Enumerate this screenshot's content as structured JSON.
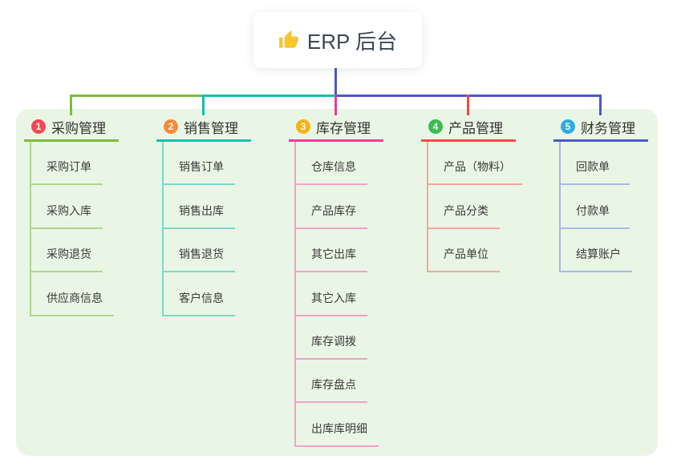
{
  "root": {
    "label": "ERP 后台",
    "icon": "thumbs-up",
    "icon_color": "#F7C52D",
    "trunk_color": "#4A5AC6"
  },
  "panel_color": "#EAF6E5",
  "branches": [
    {
      "badge": "1",
      "badge_color": "#F2485B",
      "title": "采购管理",
      "color": "#7CBB3F",
      "light_color": "#ACD98C",
      "children": [
        "采购订单",
        "采购入库",
        "采购退货",
        "供应商信息"
      ]
    },
    {
      "badge": "2",
      "badge_color": "#F68A3C",
      "title": "销售管理",
      "color": "#12BFAE",
      "light_color": "#7BD8CB",
      "children": [
        "销售订单",
        "销售出库",
        "销售退货",
        "客户信息"
      ]
    },
    {
      "badge": "3",
      "badge_color": "#F5B21A",
      "title": "库存管理",
      "color": "#E83E97",
      "light_color": "#F3A0C9",
      "children": [
        "仓库信息",
        "产品库存",
        "其它出库",
        "其它入库",
        "库存调拨",
        "库存盘点",
        "出库库明细"
      ]
    },
    {
      "badge": "4",
      "badge_color": "#3DBB53",
      "title": "产品管理",
      "color": "#F54945",
      "light_color": "#F9A39D",
      "children": [
        "产品（物料）",
        "产品分类",
        "产品单位"
      ]
    },
    {
      "badge": "5",
      "badge_color": "#32ABDF",
      "title": "财务管理",
      "color": "#4A5AC6",
      "light_color": "#A7B9E4",
      "children": [
        "回款单",
        "付款单",
        "结算账户"
      ]
    }
  ]
}
